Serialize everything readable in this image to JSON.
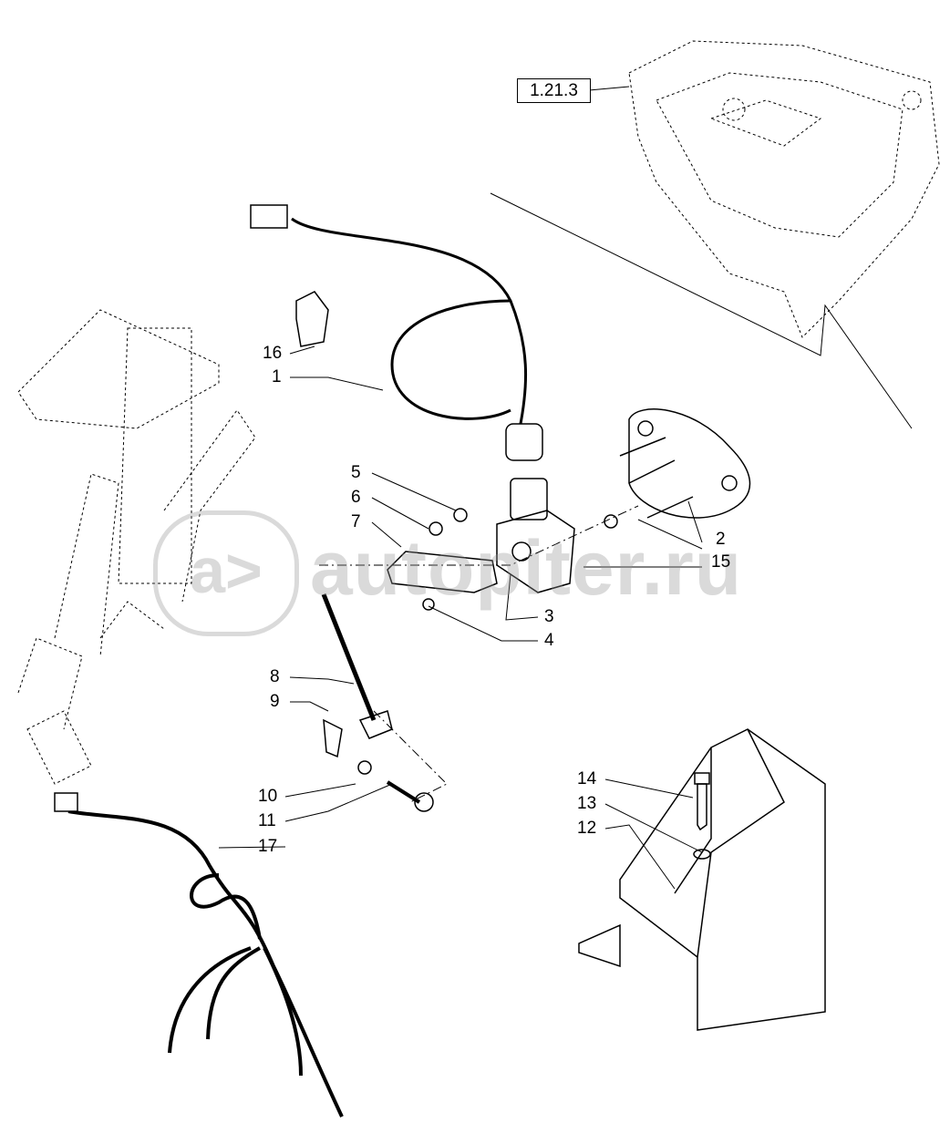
{
  "reference_box": "1.21.3",
  "callouts": [
    "16",
    "1",
    "5",
    "6",
    "7",
    "2",
    "15",
    "3",
    "4",
    "8",
    "9",
    "10",
    "11",
    "17",
    "14",
    "13",
    "12"
  ],
  "watermark": {
    "logo": "a>",
    "text": "autopiter.ru"
  }
}
